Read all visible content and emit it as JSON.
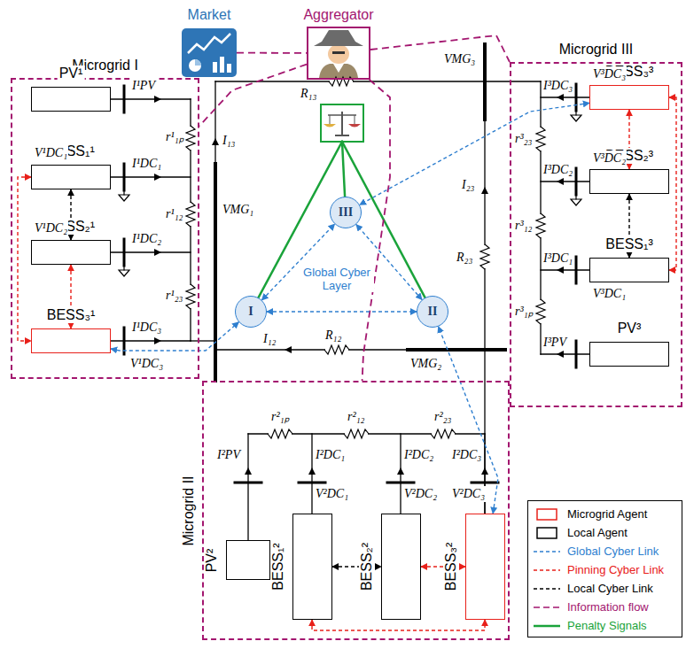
{
  "diagram": {
    "nodes": [
      {
        "text": [
          "Market"
        ]
      },
      {
        "text": [
          "Aggregator"
        ]
      },
      {
        "text": [
          "Microgrid I"
        ]
      },
      {
        "text": [
          "PV¹"
        ],
        "in": 2
      },
      {
        "text": [
          "BESS₁¹"
        ],
        "in": 2
      },
      {
        "text": [
          "BESS₂¹"
        ],
        "in": 2
      },
      {
        "text": [
          "BESS₃¹"
        ],
        "in": 2
      },
      {
        "text": [
          "Microgrid III"
        ]
      },
      {
        "text": [
          "BESS₃³"
        ],
        "in": 7
      },
      {
        "text": [
          "BESS₂³"
        ],
        "in": 7
      },
      {
        "text": [
          "BESS₁³"
        ],
        "in": 7
      },
      {
        "text": [
          "PV³"
        ],
        "in": 7
      },
      {
        "text": [
          "Microgrid II"
        ]
      },
      {
        "text": [
          "PV²"
        ],
        "in": 12
      },
      {
        "text": [
          "BESS₁²"
        ],
        "in": 12
      },
      {
        "text": [
          "BESS₂²"
        ],
        "in": 12
      },
      {
        "text": [
          "BESS₃²"
        ],
        "in": 12
      },
      {
        "text": [
          "III"
        ]
      },
      {
        "text": [
          "I"
        ]
      },
      {
        "text": [
          "II"
        ]
      }
    ],
    "edges": [
      {
        "from": 0,
        "to": 1,
        "arrow": "none"
      },
      {
        "from": 1,
        "to": 2,
        "arrow": "none"
      },
      {
        "from": 1,
        "to": 12,
        "arrow": "none"
      },
      {
        "from": 1,
        "to": 7,
        "arrow": "none"
      },
      {
        "from": 4,
        "to": 5,
        "arrow": "both"
      },
      {
        "from": 5,
        "to": 6,
        "arrow": "both"
      },
      {
        "from": 4,
        "to": 6,
        "arrow": "both"
      },
      {
        "from": 8,
        "to": 9,
        "arrow": "both"
      },
      {
        "from": 9,
        "to": 10,
        "arrow": "both"
      },
      {
        "from": 8,
        "to": 10,
        "arrow": "both"
      },
      {
        "from": 14,
        "to": 15,
        "arrow": "both"
      },
      {
        "from": 15,
        "to": 16,
        "arrow": "both"
      },
      {
        "from": 14,
        "to": 16,
        "arrow": "both"
      },
      {
        "from": 6,
        "to": 18,
        "arrow": "both"
      },
      {
        "from": 8,
        "to": 17,
        "arrow": "both"
      },
      {
        "from": 16,
        "to": 19,
        "arrow": "both"
      },
      {
        "from": 18,
        "to": 19,
        "arrow": "both"
      },
      {
        "from": 18,
        "to": 17,
        "arrow": "both"
      },
      {
        "from": 19,
        "to": 17,
        "arrow": "both"
      }
    ],
    "labels": [
      "I¹PV",
      "V¹DC₁",
      "I¹DC₁",
      "r¹₁ₚ",
      "V¹DC₂",
      "I¹DC₂",
      "r¹₁₂",
      "I¹DC₃",
      "r¹₂₃",
      "V¹DC₃",
      "VMG₁",
      "I₁₃",
      "R₁₃",
      "VMG₃",
      "I₂₃",
      "R₂₃",
      "I₁₂",
      "R₁₂",
      "VMG₂",
      "Global Cyber Layer",
      "I³DC₃",
      "V³DC₃",
      "r³₂₃",
      "V³DC₂",
      "I³DC₂",
      "r³₁₂",
      "I³DC₁",
      "V³DC₁",
      "r³₁ₚ",
      "I³PV",
      "I²PV",
      "r²₁ₚ",
      "I²DC₁",
      "V²DC₁",
      "r²₁₂",
      "I²DC₂",
      "V²DC₂",
      "r²₂₃",
      "I²DC₃",
      "V²DC₃"
    ],
    "legend": [
      {
        "text": "Microgrid Agent"
      },
      {
        "text": "Local Agent"
      },
      {
        "text": "Global Cyber Link"
      },
      {
        "text": "Pinning Cyber Link"
      },
      {
        "text": "Local Cyber Link"
      },
      {
        "text": "Information flow"
      },
      {
        "text": "Penalty Signals"
      }
    ]
  }
}
